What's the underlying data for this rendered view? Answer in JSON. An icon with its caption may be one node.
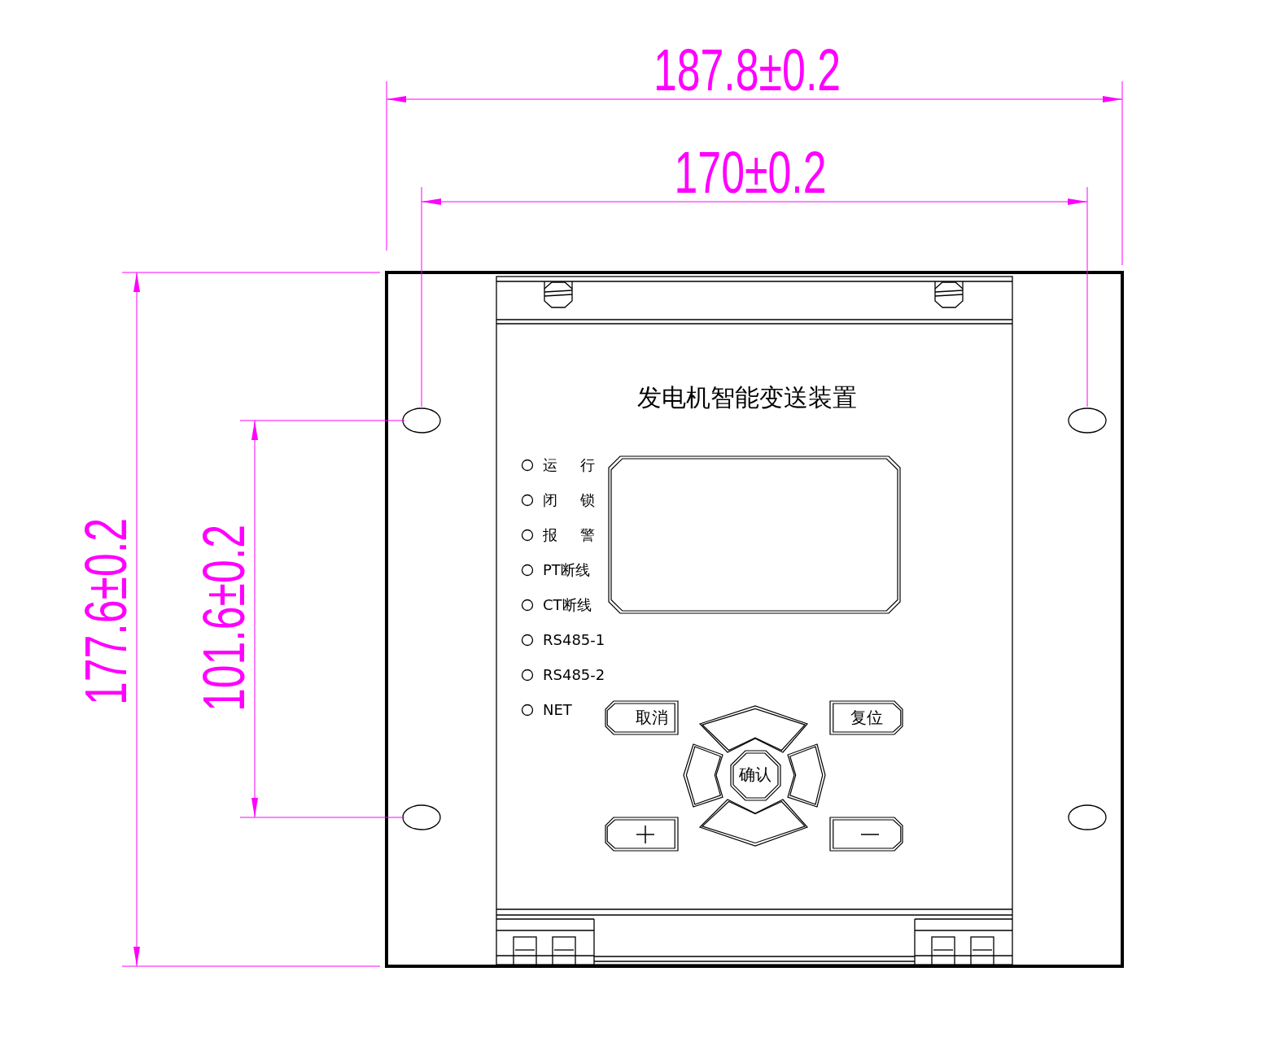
{
  "diagram": {
    "nodes": [
      {
        "text": [],
        "shape": "box"
      },
      {
        "text": [
          "取消"
        ]
      },
      {
        "text": [],
        "shape": "box"
      },
      {
        "text": [
          "复位"
        ]
      },
      {
        "text": [],
        "shape": "box"
      },
      {
        "text": [
          "确认"
        ]
      },
      {
        "text": [],
        "shape": "box"
      },
      {
        "text": [],
        "shape": "box"
      },
      {
        "text": [],
        "shape": "box"
      },
      {
        "text": [],
        "shape": "box"
      }
    ],
    "edges": [],
    "labels": [
      "187.8±0.2",
      "170±0.2",
      "177.6±0.2",
      "101.6±0.2",
      "发电机智能变送装置",
      "运 行",
      "闭 锁",
      "报 警",
      "PT断线",
      "CT断线",
      "RS485-1",
      "RS485-2",
      "NET"
    ]
  }
}
